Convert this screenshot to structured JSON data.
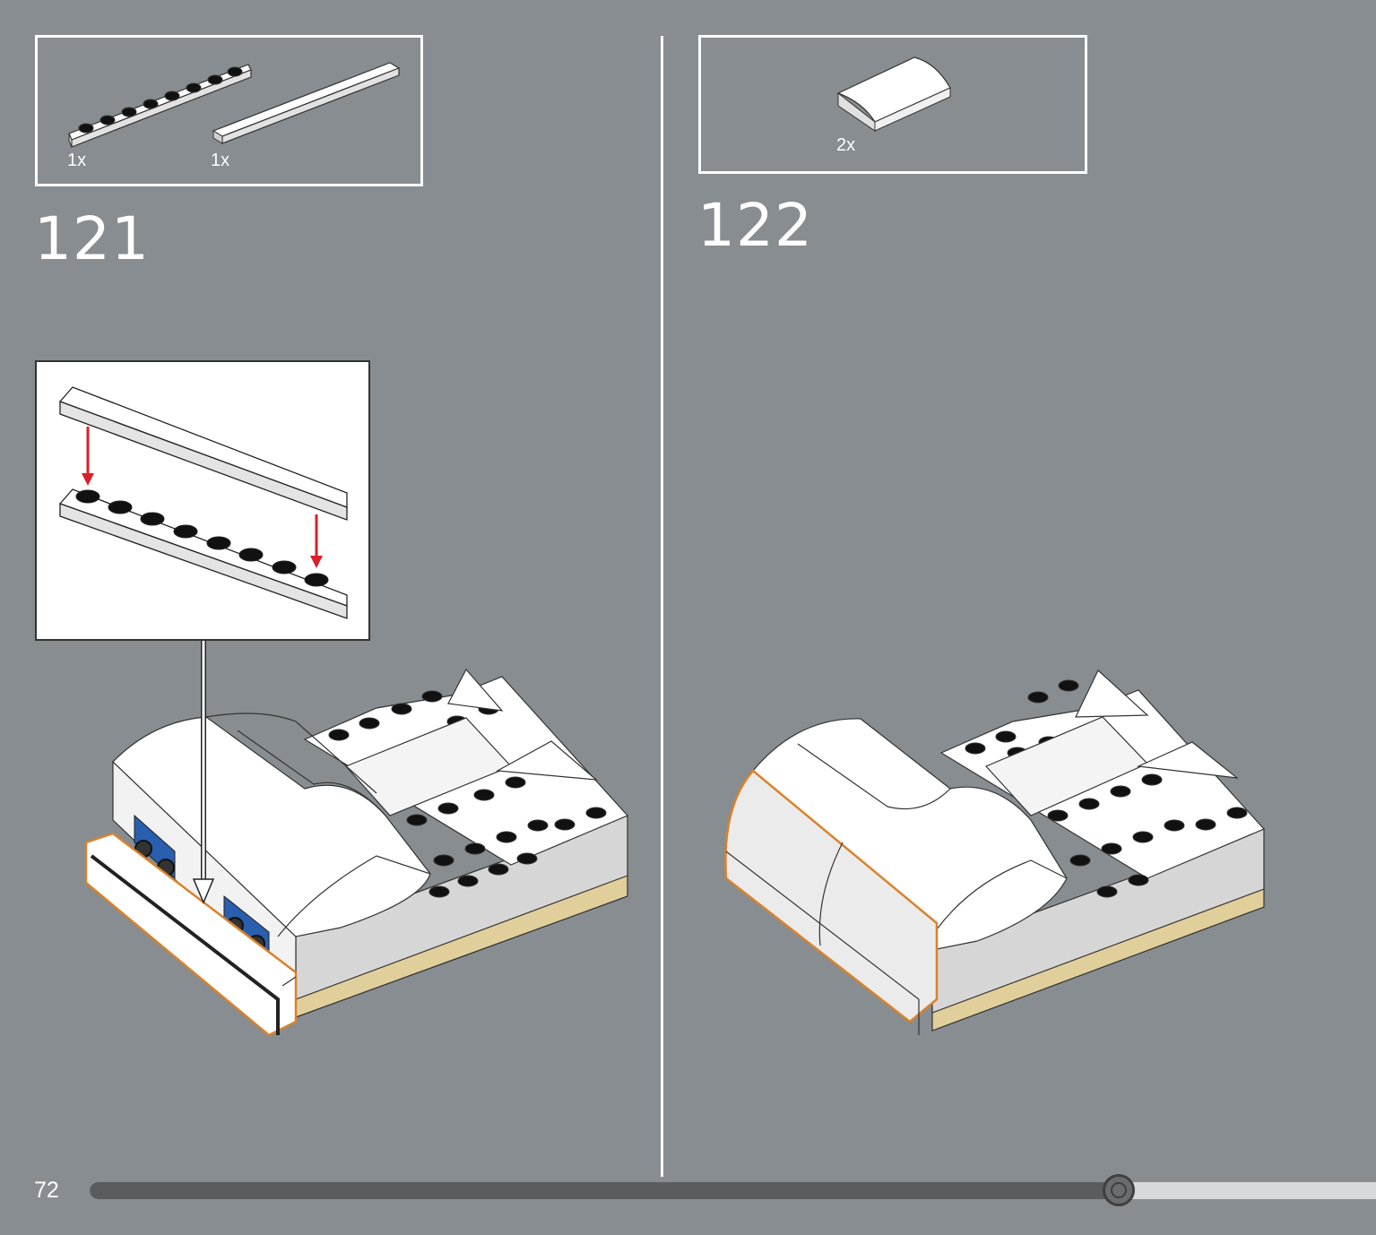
{
  "steps": [
    {
      "number": "121",
      "parts": [
        {
          "qty": "1x",
          "icon": "plate-1x8-icon"
        },
        {
          "qty": "1x",
          "icon": "tile-1x8-icon"
        }
      ]
    },
    {
      "number": "122",
      "parts": [
        {
          "qty": "2x",
          "icon": "curved-slope-icon"
        }
      ]
    }
  ],
  "footer": {
    "page_number": "72",
    "progress": 0.8
  },
  "colors": {
    "background": "#878d90",
    "highlight": "#d9822b",
    "arrow": "#d8202a",
    "base_tan": "#e0cf9a",
    "blue": "#2a5fb0"
  }
}
